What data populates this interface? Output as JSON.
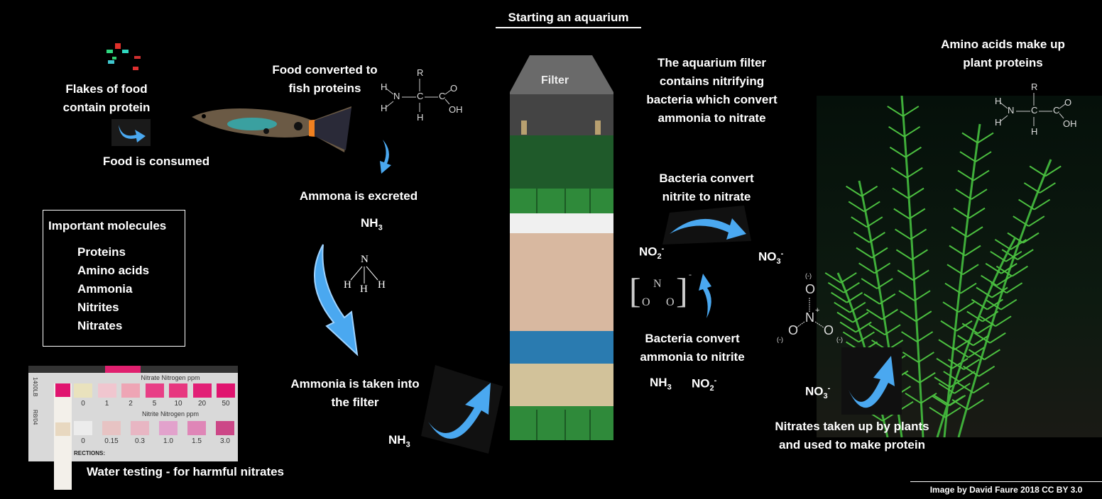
{
  "title": "Starting an aquarium",
  "flakes_text": [
    "Flakes of food",
    "contain protein"
  ],
  "food_consumed": "Food is consumed",
  "food_converted": [
    "Food converted to",
    "fish proteins"
  ],
  "ammonia_excreted": "Ammona is excreted",
  "nh3": {
    "base": "NH",
    "sub": "3"
  },
  "ammonia_molecule": {
    "n": "N",
    "h": "H"
  },
  "amino_acid": {
    "r": "R",
    "h": "H",
    "n": "N",
    "c": "C",
    "o": "O",
    "oh": "OH"
  },
  "molecules_box": {
    "heading": "Important molecules",
    "items": [
      "Proteins",
      "Amino acids",
      "Ammonia",
      "Nitrites",
      "Nitrates"
    ]
  },
  "ammonia_filter": [
    "Ammonia is taken into",
    "the filter"
  ],
  "filter_label": "Filter",
  "filter_text": [
    "The aquarium filter",
    "contains nitrifying",
    "bacteria which convert",
    "ammonia to nitrate"
  ],
  "nitrite_to_nitrate": [
    "Bacteria convert",
    "nitrite to nitrate"
  ],
  "ammonia_to_nitrite": [
    "Bacteria convert",
    "ammonia to nitrite"
  ],
  "no2": {
    "base": "NO",
    "sub": "2",
    "sup": "-"
  },
  "no3": {
    "base": "NO",
    "sub": "3",
    "sup": "-"
  },
  "nitrite_ion": {
    "o": "O",
    "n": "N",
    "charge": "-"
  },
  "nitrate_molecule": {
    "o": "O",
    "n": "N",
    "plus": "+",
    "minus": "(-)"
  },
  "amino_plants": [
    "Amino acids make up",
    "plant proteins"
  ],
  "nitrates_plants": [
    "Nitrates taken up by plants",
    "and used to make protein"
  ],
  "water_testing": "Water testing - for harmful  nitrates",
  "test_strip": {
    "nitrate_title": "Nitrate Nitrogen ppm",
    "nitrate_values": [
      "0",
      "1",
      "2",
      "5",
      "10",
      "20",
      "50"
    ],
    "nitrate_colors": [
      "#e9e2bd",
      "#f0c6cf",
      "#eea5b5",
      "#e83f86",
      "#e7377f",
      "#e21f76",
      "#e0146f"
    ],
    "nitrite_title": "Nitrite Nitrogen ppm",
    "nitrite_values": [
      "0",
      "0.15",
      "0.3",
      "1.0",
      "1.5",
      "3.0"
    ],
    "nitrite_colors": [
      "#ececec",
      "#e7c3c3",
      "#e8b6c3",
      "#e2a2cc",
      "#df86b7",
      "#cc4787"
    ],
    "directions": "RECTIONS:",
    "side_codes": [
      "1400LB",
      "R8/04"
    ]
  },
  "credit": "Image by David Faure 2018 CC BY 3.0",
  "colors": {
    "arrow": "#4aa8f0",
    "filter_green": "#2e8b3a",
    "plant": "#3fae3a"
  }
}
